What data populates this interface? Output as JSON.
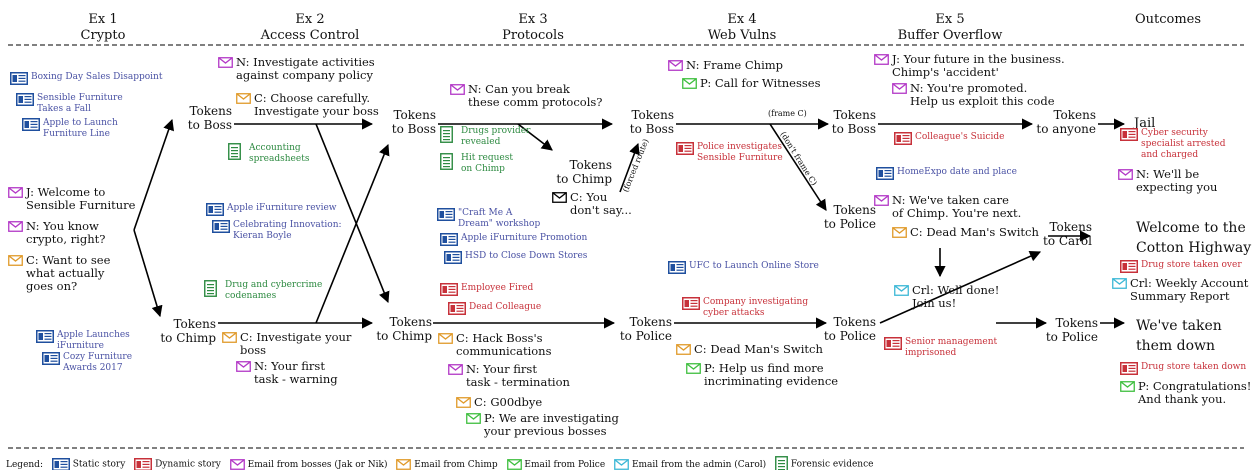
{
  "headers": [
    {
      "id": "ex1",
      "line1": "Ex 1",
      "line2": "Crypto"
    },
    {
      "id": "ex2",
      "line1": "Ex 2",
      "line2": "Access Control"
    },
    {
      "id": "ex3",
      "line1": "Ex 3",
      "line2": "Protocols"
    },
    {
      "id": "ex4",
      "line1": "Ex 4",
      "line2": "Web Vulns"
    },
    {
      "id": "ex5",
      "line1": "Ex 5",
      "line2": "Buffer Overflow"
    },
    {
      "id": "out",
      "line1": "Outcomes",
      "line2": ""
    }
  ],
  "tokens": {
    "ex2_boss": [
      "Tokens",
      "to Boss"
    ],
    "ex2_chimp": [
      "Tokens",
      "to Chimp"
    ],
    "ex3_boss": [
      "Tokens",
      "to Boss"
    ],
    "ex3_chimp_mid": [
      "Tokens",
      "to Chimp"
    ],
    "ex3_chimp": [
      "Tokens",
      "to Chimp"
    ],
    "ex4_boss": [
      "Tokens",
      "to Boss"
    ],
    "ex4_police": [
      "Tokens",
      "to Police"
    ],
    "ex5_boss": [
      "Tokens",
      "to Boss"
    ],
    "ex5_police": [
      "Tokens",
      "to Police"
    ],
    "ex5_police2": [
      "Tokens",
      "to Police"
    ],
    "out_anyone": [
      "Tokens",
      "to anyone"
    ],
    "out_carol": [
      "Tokens",
      "to Carol"
    ],
    "out_police": [
      "Tokens",
      "to Police"
    ]
  },
  "edge_labels": {
    "frame": "(frame C)",
    "dont_frame": "(don't frame C)",
    "forced": "(forced route)"
  },
  "outcomes": {
    "jail": "Jail",
    "welcome": [
      "Welcome to the",
      "Cotton Highway"
    ],
    "taken": [
      "We've taken",
      "them down"
    ]
  },
  "ex1": {
    "stories": [
      "Boxing Day Sales Disappoint",
      [
        "Sensible Furniture",
        "Takes a Fall"
      ],
      [
        "Apple to Launch",
        "Furniture Line"
      ],
      [
        "Apple Launches",
        "iFurniture"
      ],
      [
        "Cozy Furniture",
        "Awards 2017"
      ]
    ],
    "messages": [
      [
        "J: Welcome to",
        "Sensible Furniture"
      ],
      [
        "N: You know",
        "crypto, right?"
      ],
      [
        "C: Want to see",
        "what actually",
        "goes on?"
      ]
    ]
  },
  "ex2": {
    "messages": [
      [
        "N: Investigate activities",
        "against company policy"
      ],
      [
        "C: Choose carefully.",
        "Investigate your boss"
      ],
      [
        "C: Investigate your",
        "boss"
      ],
      [
        "N: Your first",
        "task - warning"
      ]
    ],
    "evidence": [
      [
        "Accounting",
        "spreadsheets"
      ],
      [
        "Drug and cybercrime",
        "codenames"
      ]
    ],
    "stories": [
      "Apple iFurniture review",
      [
        "Celebrating Innovation:",
        "Kieran Boyle"
      ]
    ]
  },
  "ex3": {
    "messages": [
      [
        "N: Can you break",
        "these comm protocols?"
      ],
      [
        "C: You",
        "don't say..."
      ],
      [
        "C: Hack Boss's",
        "communications"
      ],
      [
        "N: Your first",
        "task - termination"
      ],
      [
        "C: G00dbye"
      ],
      [
        "P: We are investigating",
        "your previous bosses"
      ]
    ],
    "evidence": [
      [
        "Drugs provider",
        "revealed"
      ],
      [
        "Hit request",
        "on Chimp"
      ]
    ],
    "stories": [
      [
        "\"Craft Me A",
        "Dream\" workshop"
      ],
      "Apple iFurniture Promotion",
      "HSD to Close Down Stores"
    ],
    "dynamic": [
      "Employee Fired",
      "Dead Colleague"
    ]
  },
  "ex4": {
    "messages": [
      [
        "N: Frame Chimp"
      ],
      [
        "P: Call for Witnesses"
      ],
      [
        "C: Dead Man's Switch"
      ],
      [
        "P: Help us find more",
        "incriminating evidence"
      ]
    ],
    "dynamic": [
      [
        "Police investigates",
        "Sensible Furniture"
      ],
      [
        "Company investigating",
        "cyber attacks"
      ]
    ],
    "stories": [
      "UFC to Launch Online Store"
    ]
  },
  "ex5": {
    "messages": [
      [
        "J: Your future in the business.",
        "Chimp's 'accident'"
      ],
      [
        "N: You're promoted.",
        "Help us exploit this code"
      ],
      [
        "N: We've taken care",
        "of Chimp. You're next."
      ],
      [
        "C: Dead Man's Switch"
      ],
      [
        "Crl: Well done!",
        "Join us!"
      ]
    ],
    "dynamic": [
      "Colleague's Suicide",
      [
        "Senior management",
        "imprisoned"
      ]
    ],
    "stories": [
      "HomeExpo date and place"
    ]
  },
  "outcome_items": {
    "jail_story": [
      "Cyber security",
      "specialist arrested",
      "and charged"
    ],
    "jail_msg": [
      "N: We'll be",
      "expecting you"
    ],
    "welcome_story": "Drug store taken over",
    "welcome_msg": [
      "Crl: Weekly Account",
      "Summary Report"
    ],
    "taken_story": "Drug store taken down",
    "taken_msg": [
      "P: Congratulations!",
      "And thank you."
    ]
  },
  "legend": {
    "title": "Legend:",
    "static": "Static story",
    "dynamic": "Dynamic story",
    "bosses": "Email from bosses (Jak or Nik)",
    "chimp": "Email from Chimp",
    "police": "Email from Police",
    "admin": "Email from the admin (Carol)",
    "forensic": "Forensic evidence"
  },
  "colors": {
    "bosses": "#b338c7",
    "chimp": "#e09a2a",
    "police": "#3fbf3f",
    "admin": "#3cb8d6",
    "static": "#1f4f9e",
    "dynamic": "#c7313a",
    "forensic": "#2d8a41"
  }
}
